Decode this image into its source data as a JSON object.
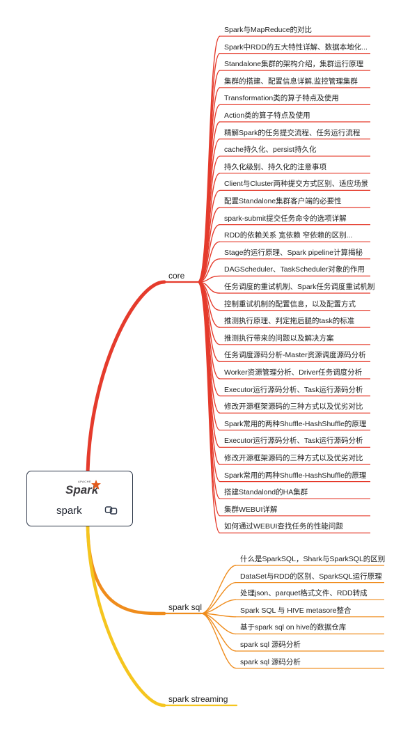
{
  "root": {
    "title": "spark",
    "logo_text": "Spark",
    "logo_small_text": "APACHE",
    "logo_icon": "spark-star-logo",
    "link_icon": "link-icon"
  },
  "colors": {
    "core": "#e53b2c",
    "spark_sql": "#ef8c1c",
    "spark_streaming": "#f5c51e",
    "logo_orange": "#e25a1c",
    "logo_text": "#3c3a3e"
  },
  "branches": [
    {
      "label": "core",
      "color": "#e53b2c",
      "items": [
        "Spark与MapReduce的对比",
        "Spark中RDD的五大特性详解、数据本地化...",
        "Standalone集群的架构介绍，集群运行原理",
        "集群的搭建、配置信息详解,监控管理集群",
        "Transformation类的算子特点及使用",
        "Action类的算子特点及使用",
        "精解Spark的任务提交流程、任务运行流程",
        "cache持久化、persist持久化",
        "持久化级别、持久化的注意事项",
        "Client与Cluster两种提交方式区别、适应场景",
        "配置Standalone集群客户端的必要性",
        "spark-submit提交任务命令的选项详解",
        "RDD的依赖关系 宽依赖 窄依赖的区别...",
        "Stage的运行原理、Spark pipeline计算揭秘",
        "DAGScheduler、TaskScheduler对象的作用",
        "任务调度的重试机制、Spark任务调度重试机制",
        "控制重试机制的配置信息，以及配置方式",
        "推测执行原理、判定拖后腿的task的标准",
        "推测执行带来的问题以及解决方案",
        "任务调度源码分析-Master资源调度源码分析",
        "Worker资源管理分析、Driver任务调度分析",
        "Executor运行源码分析、Task运行源码分析",
        "修改开源框架源码的三种方式以及优劣对比",
        "Spark常用的两种Shuffle-HashShuffle的原理",
        "Executor运行源码分析、Task运行源码分析",
        "修改开源框架源码的三种方式以及优劣对比",
        "Spark常用的两种Shuffle-HashShuffle的原理",
        "搭建Standalond的HA集群",
        "集群WEBUI详解",
        "如何通过WEBUI查找任务的性能问题"
      ]
    },
    {
      "label": "spark sql",
      "color": "#ef8c1c",
      "items": [
        "什么是SparkSQL，Shark与SparkSQL的区别",
        "DataSet与RDD的区别、SparkSQL运行原理",
        "处理json、parquet格式文件、RDD转成",
        "Spark SQL 与 HIVE metasore整合",
        "基于spark sql on hive的数据仓库",
        "spark sql 源码分析",
        "spark sql 源码分析"
      ]
    },
    {
      "label": "spark streaming",
      "color": "#f5c51e",
      "items": []
    }
  ]
}
